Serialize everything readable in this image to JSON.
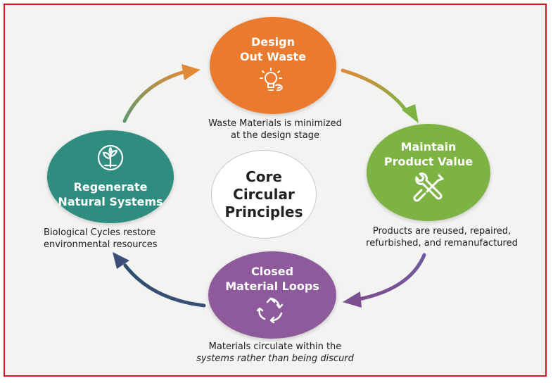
{
  "center": {
    "line1": "Core",
    "line2": "Circular",
    "line3": "Principles"
  },
  "nodes": {
    "design": {
      "title_line1": "Design",
      "title_line2": "Out Waste",
      "icon": "lightbulb-icon",
      "color": "#ea7a2e",
      "desc_line1": "Waste Materials is minimized",
      "desc_line2": "at the design stage"
    },
    "maintain": {
      "title_line1": "Maintain",
      "title_line2": "Product Value",
      "icon": "wrench-screwdriver-icon",
      "color": "#7cb342",
      "desc_line1": "Products are reused, repaired,",
      "desc_line2": "refurbished, and remanufactured"
    },
    "closed": {
      "title_line1": "Closed",
      "title_line2": "Material Loops",
      "icon": "recycle-icon",
      "color": "#8e5a9b",
      "desc_line1": "Materials circulate within the",
      "desc_line2": "systems rather than being discurd"
    },
    "regenerate": {
      "title_line1": "Regenerate",
      "title_line2": "Natural Systems",
      "icon": "plant-icon",
      "color": "#2f8d7f",
      "desc_line1": "Biological Cycles restore",
      "desc_line2": "environmental resources"
    }
  },
  "arrows": {
    "orange_to_green": "#e08a3a",
    "green_to_purple": "#7c4f91",
    "purple_to_teal": "#2f4f6f",
    "teal_to_orange": "#e08a3a"
  }
}
